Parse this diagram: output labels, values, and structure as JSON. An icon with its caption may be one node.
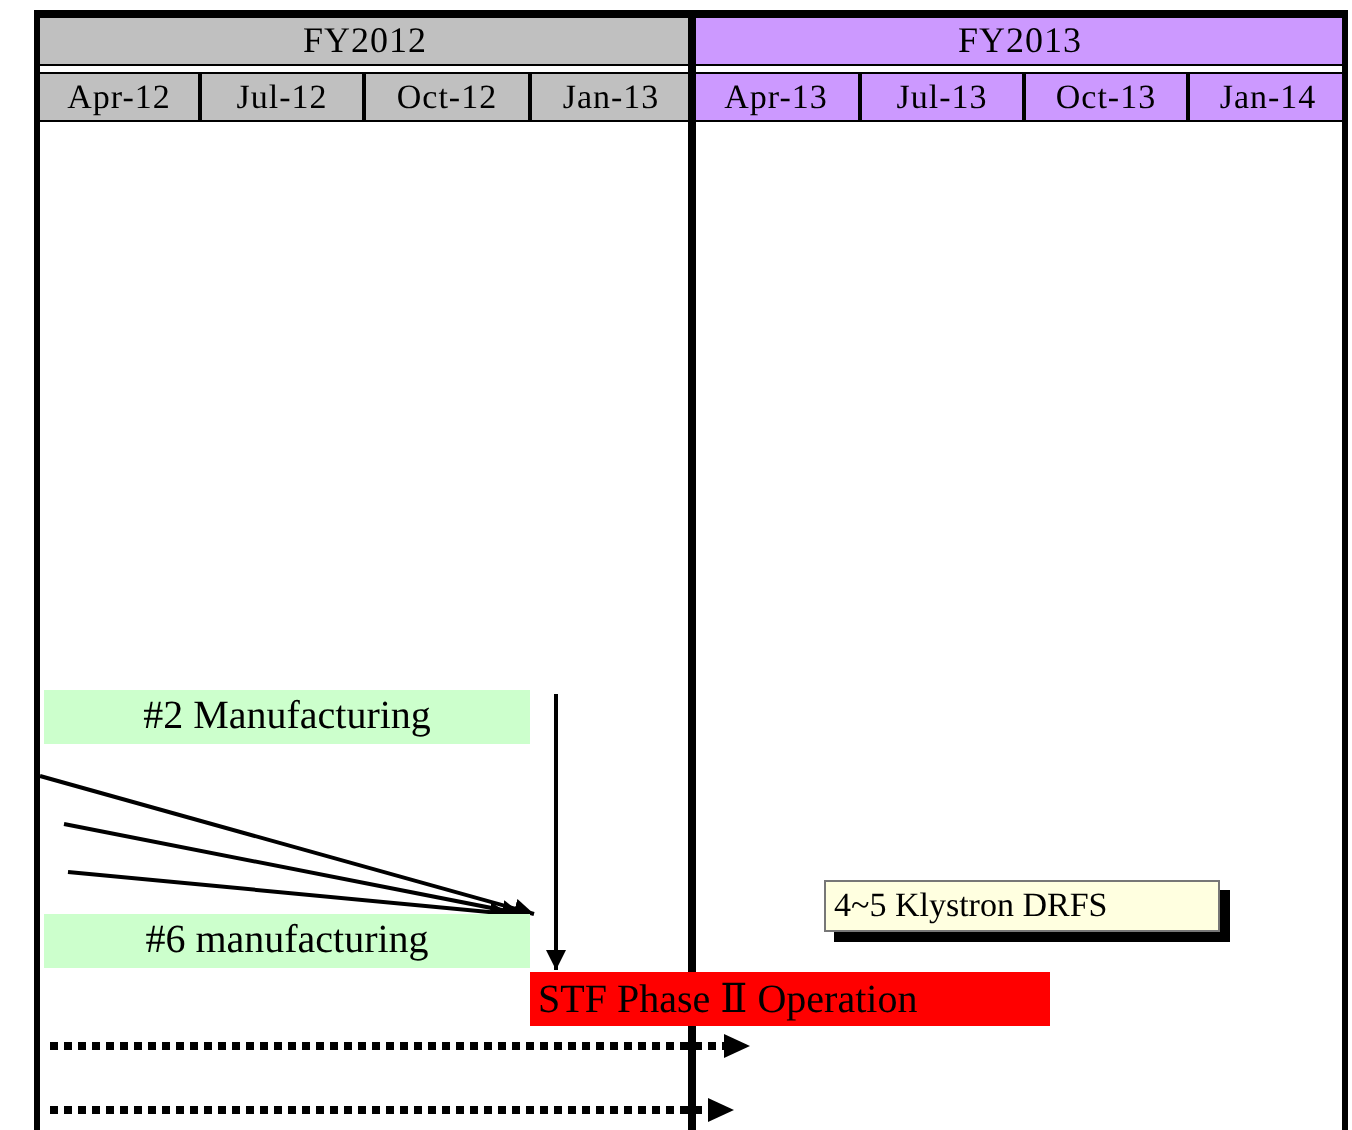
{
  "diagram": {
    "nodes": [
      {
        "text": [
          "#2 Manufacturing"
        ]
      },
      {
        "text": [
          "#6 manufacturing"
        ]
      },
      {
        "text": [
          "STF Phase Ⅱ Operation"
        ]
      },
      {
        "text": [
          "4~5 Klystron DRFS"
        ]
      }
    ],
    "edges": [
      {
        "from": null,
        "to": 1,
        "arrow": "to"
      },
      {
        "from": null,
        "to": 1,
        "arrow": "to"
      },
      {
        "from": null,
        "to": 1,
        "arrow": "to"
      },
      {
        "from": null,
        "to": 2,
        "arrow": "to"
      }
    ],
    "labels": [
      "FY2012",
      "FY2013",
      "Apr-12",
      "Jul-12",
      "Oct-12",
      "Jan-13",
      "Apr-13",
      "Jul-13",
      "Oct-13",
      "Jan-14"
    ]
  }
}
